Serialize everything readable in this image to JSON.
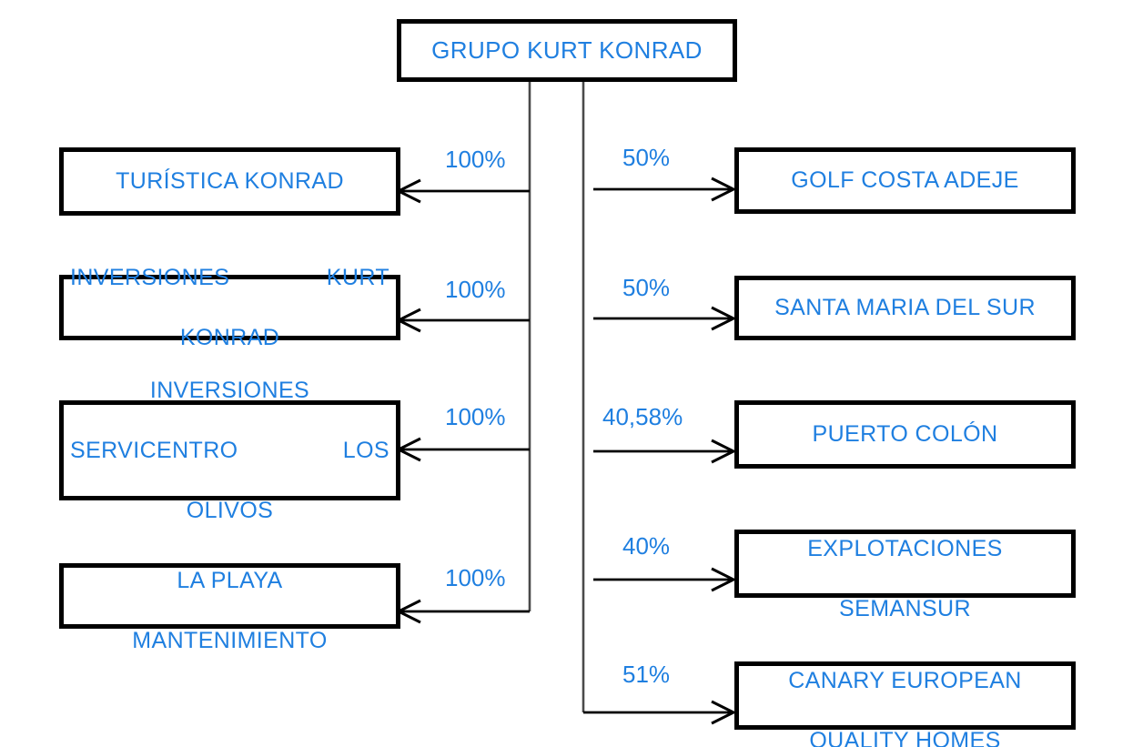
{
  "diagram": {
    "title": "GRUPO KURT KONRAD",
    "type": "organizational-ownership-chart",
    "accent_color": "#1f7fe0",
    "border_color": "#000000",
    "background_color": "#ffffff",
    "root": {
      "label": "GRUPO KURT KONRAD"
    },
    "left_subsidiaries": [
      {
        "label": "TURÍSTICA KONRAD",
        "ownership": "100%",
        "lines": [
          "TURÍSTICA KONRAD"
        ],
        "align": "center"
      },
      {
        "label": "INVERSIONES KURT KONRAD",
        "ownership": "100%",
        "lines": [
          "INVERSIONES            KURT",
          "KONRAD"
        ],
        "align": "justify"
      },
      {
        "label": "INVERSIONES SERVICENTRO LOS OLIVOS",
        "ownership": "100%",
        "lines": [
          "INVERSIONES",
          "SERVICENTRO          LOS",
          "OLIVOS"
        ],
        "align": "justify"
      },
      {
        "label": "LA PLAYA MANTENIMIENTO",
        "ownership": "100%",
        "lines": [
          "LA PLAYA",
          "MANTENIMIENTO"
        ],
        "align": "center"
      }
    ],
    "right_subsidiaries": [
      {
        "label": "GOLF COSTA ADEJE",
        "ownership": "50%",
        "lines": [
          "GOLF COSTA ADEJE"
        ],
        "align": "center"
      },
      {
        "label": "SANTA MARIA DEL SUR",
        "ownership": "50%",
        "lines": [
          "SANTA MARIA DEL SUR"
        ],
        "align": "center"
      },
      {
        "label": "PUERTO COLÓN",
        "ownership": "40,58%",
        "lines": [
          "PUERTO COLÓN"
        ],
        "align": "center"
      },
      {
        "label": "EXPLOTACIONES SEMANSUR",
        "ownership": "40%",
        "lines": [
          "EXPLOTACIONES",
          "SEMANSUR"
        ],
        "align": "center"
      },
      {
        "label": "CANARY EUROPEAN QUALITY HOMES",
        "ownership": "51%",
        "lines": [
          "CANARY EUROPEAN",
          "QUALITY HOMES"
        ],
        "align": "center"
      }
    ]
  }
}
